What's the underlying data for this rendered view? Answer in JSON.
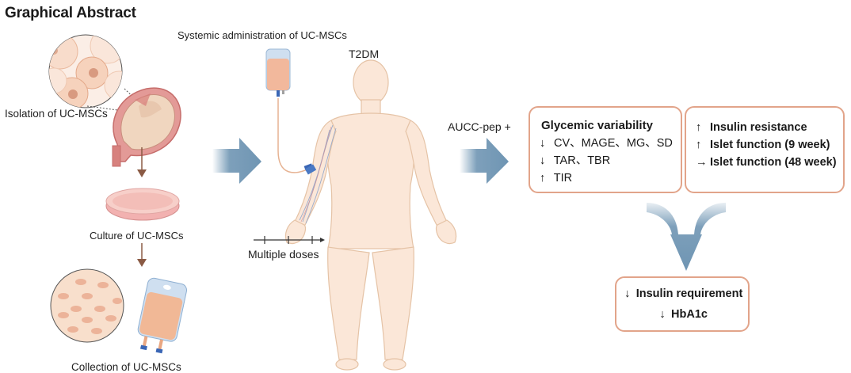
{
  "title": "Graphical Abstract",
  "left_panel": {
    "isolation_label": "Isolation of UC-MSCs",
    "culture_label": "Culture of UC-MSCs",
    "collection_label": "Collection of UC-MSCs"
  },
  "middle_panel": {
    "administration_label": "Systemic administration of UC-MSCs",
    "patient_label": "T2DM",
    "doses_label": "Multiple doses"
  },
  "treatment_label": "AUCC-pep +",
  "glycemic_box": {
    "heading": "Glycemic variability",
    "items": [
      {
        "arrow": "↓",
        "text": "CV、MAGE、MG、SD"
      },
      {
        "arrow": "↓",
        "text": "TAR、TBR"
      },
      {
        "arrow": "↑",
        "text": "TIR"
      }
    ]
  },
  "islet_box": {
    "items": [
      {
        "arrow": "↑",
        "text": "Insulin resistance"
      },
      {
        "arrow": "↑",
        "text": "Islet function (9 week)"
      },
      {
        "arrow": "→",
        "text": "Islet function (48 week)"
      }
    ]
  },
  "outcome_box": {
    "items": [
      {
        "arrow": "↓",
        "text": "Insulin requirement"
      },
      {
        "arrow": "↓",
        "text": "HbA1c"
      }
    ]
  },
  "colors": {
    "box_border": "#e2a48a",
    "flow_arrow": "#6f95b3",
    "step_arrow": "#8a5a44",
    "skin": "#fbe3d1",
    "cell": "#f3c2a6"
  }
}
